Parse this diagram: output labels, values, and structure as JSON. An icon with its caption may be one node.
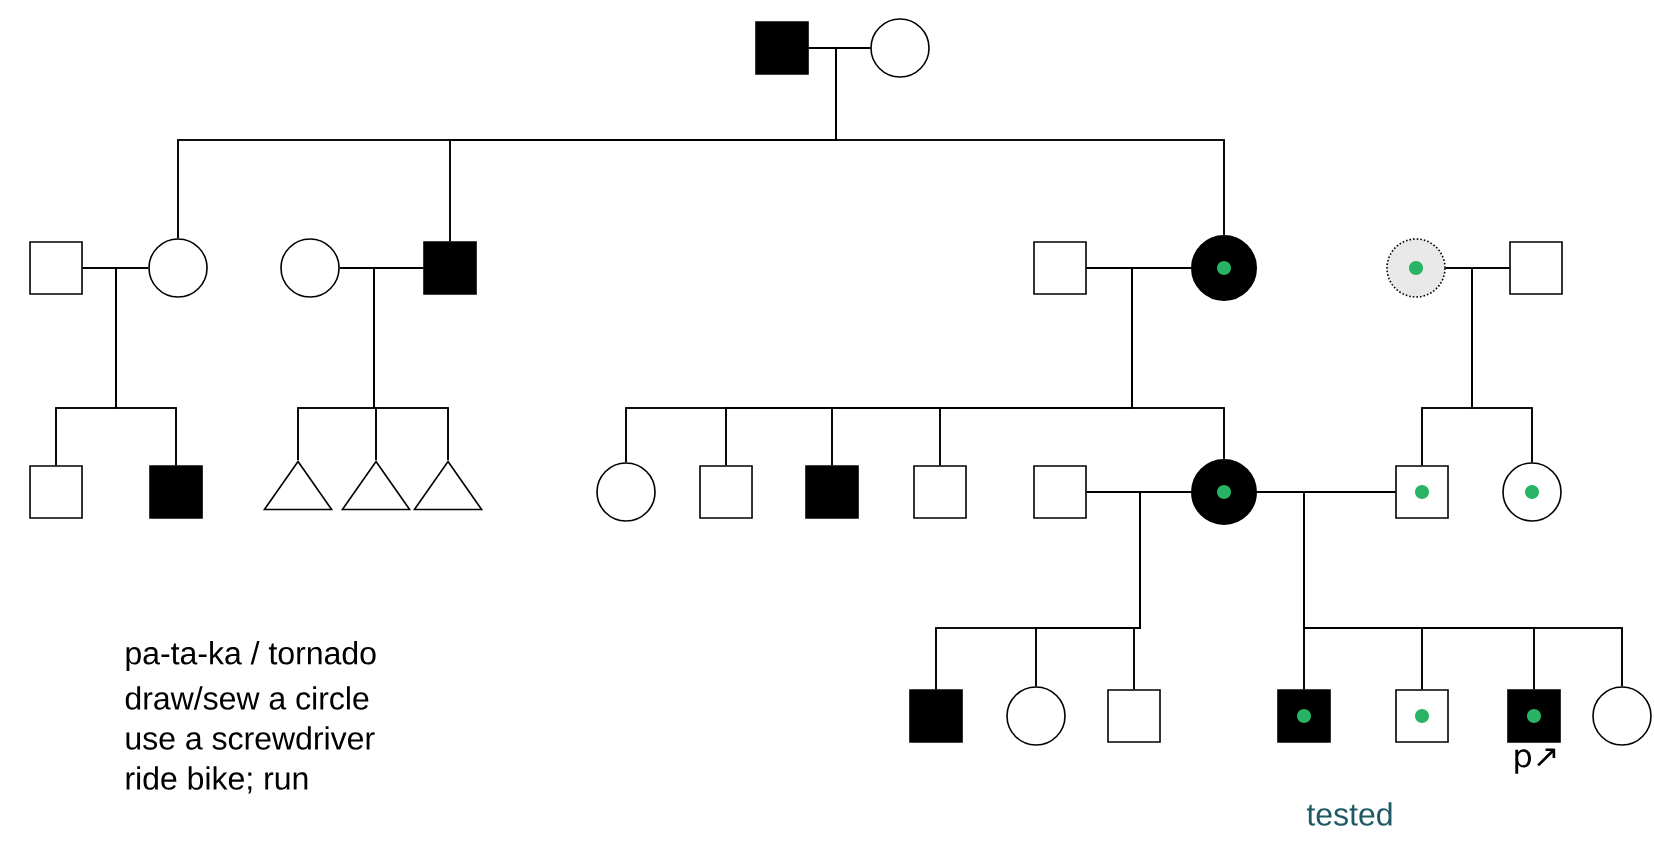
{
  "diagram": {
    "nodes": [
      {
        "text": [],
        "shape": "box"
      },
      {
        "text": [],
        "shape": "circle"
      },
      {
        "text": [],
        "shape": "box"
      },
      {
        "text": [],
        "shape": "circle"
      },
      {
        "text": [],
        "shape": "circle"
      },
      {
        "text": [],
        "shape": "box"
      },
      {
        "text": [],
        "shape": "box"
      },
      {
        "text": [],
        "shape": "circle"
      },
      {
        "text": [],
        "shape": "circle"
      },
      {
        "text": [],
        "shape": "box"
      },
      {
        "text": [],
        "shape": "box"
      },
      {
        "text": [],
        "shape": "box"
      },
      {
        "text": [],
        "shape": "triangle"
      },
      {
        "text": [],
        "shape": "triangle"
      },
      {
        "text": [],
        "shape": "triangle"
      },
      {
        "text": [],
        "shape": "circle"
      },
      {
        "text": [],
        "shape": "box"
      },
      {
        "text": [],
        "shape": "box"
      },
      {
        "text": [],
        "shape": "box"
      },
      {
        "text": [],
        "shape": "box"
      },
      {
        "text": [],
        "shape": "circle"
      },
      {
        "text": [],
        "shape": "box"
      },
      {
        "text": [],
        "shape": "circle"
      },
      {
        "text": [],
        "shape": "box"
      },
      {
        "text": [],
        "shape": "circle"
      },
      {
        "text": [],
        "shape": "box"
      },
      {
        "text": [],
        "shape": "box"
      },
      {
        "text": [],
        "shape": "box"
      },
      {
        "text": [],
        "shape": "box",
        "beside": [
          "p↗"
        ]
      },
      {
        "text": [],
        "shape": "circle"
      }
    ],
    "edges": [
      {
        "from": 0,
        "to": 1,
        "arrow": "none"
      },
      {
        "from": 2,
        "to": 3,
        "arrow": "none"
      },
      {
        "from": 4,
        "to": 5,
        "arrow": "none"
      },
      {
        "from": 6,
        "to": 7,
        "arrow": "none"
      },
      {
        "from": 8,
        "to": 9,
        "arrow": "none"
      },
      {
        "from": 19,
        "to": 20,
        "arrow": "none"
      },
      {
        "from": 20,
        "to": 21,
        "arrow": "none"
      },
      {
        "from": 0,
        "to": 3,
        "arrow": "none"
      },
      {
        "from": 1,
        "to": 3,
        "arrow": "none"
      },
      {
        "from": 0,
        "to": 5,
        "arrow": "none"
      },
      {
        "from": 1,
        "to": 5,
        "arrow": "none"
      },
      {
        "from": 0,
        "to": 7,
        "arrow": "none"
      },
      {
        "from": 1,
        "to": 7,
        "arrow": "none"
      },
      {
        "from": 2,
        "to": 10,
        "arrow": "none"
      },
      {
        "from": 3,
        "to": 10,
        "arrow": "none"
      },
      {
        "from": 2,
        "to": 11,
        "arrow": "none"
      },
      {
        "from": 3,
        "to": 11,
        "arrow": "none"
      },
      {
        "from": 4,
        "to": 12,
        "arrow": "none"
      },
      {
        "from": 5,
        "to": 12,
        "arrow": "none"
      },
      {
        "from": 4,
        "to": 13,
        "arrow": "none"
      },
      {
        "from": 5,
        "to": 13,
        "arrow": "none"
      },
      {
        "from": 4,
        "to": 14,
        "arrow": "none"
      },
      {
        "from": 5,
        "to": 14,
        "arrow": "none"
      },
      {
        "from": 6,
        "to": 15,
        "arrow": "none"
      },
      {
        "from": 7,
        "to": 15,
        "arrow": "none"
      },
      {
        "from": 6,
        "to": 16,
        "arrow": "none"
      },
      {
        "from": 7,
        "to": 16,
        "arrow": "none"
      },
      {
        "from": 6,
        "to": 17,
        "arrow": "none"
      },
      {
        "from": 7,
        "to": 17,
        "arrow": "none"
      },
      {
        "from": 6,
        "to": 18,
        "arrow": "none"
      },
      {
        "from": 7,
        "to": 18,
        "arrow": "none"
      },
      {
        "from": 6,
        "to": 20,
        "arrow": "none"
      },
      {
        "from": 7,
        "to": 20,
        "arrow": "none"
      },
      {
        "from": 8,
        "to": 21,
        "arrow": "none"
      },
      {
        "from": 9,
        "to": 21,
        "arrow": "none"
      },
      {
        "from": 8,
        "to": 22,
        "arrow": "none"
      },
      {
        "from": 9,
        "to": 22,
        "arrow": "none"
      },
      {
        "from": 19,
        "to": 23,
        "arrow": "none"
      },
      {
        "from": 20,
        "to": 23,
        "arrow": "none"
      },
      {
        "from": 19,
        "to": 24,
        "arrow": "none"
      },
      {
        "from": 20,
        "to": 24,
        "arrow": "none"
      },
      {
        "from": 19,
        "to": 25,
        "arrow": "none"
      },
      {
        "from": 20,
        "to": 25,
        "arrow": "none"
      },
      {
        "from": 20,
        "to": 26,
        "arrow": "none"
      },
      {
        "from": 21,
        "to": 26,
        "arrow": "none"
      },
      {
        "from": 20,
        "to": 27,
        "arrow": "none"
      },
      {
        "from": 21,
        "to": 27,
        "arrow": "none"
      },
      {
        "from": 20,
        "to": 28,
        "arrow": "none"
      },
      {
        "from": 21,
        "to": 28,
        "arrow": "none"
      },
      {
        "from": 20,
        "to": 29,
        "arrow": "none"
      },
      {
        "from": 21,
        "to": 29,
        "arrow": "none"
      }
    ],
    "labels": [
      "pa-ta-ka / tornado",
      "draw/sew a circle",
      "use a screwdriver",
      "ride bike; run",
      "tested"
    ]
  }
}
